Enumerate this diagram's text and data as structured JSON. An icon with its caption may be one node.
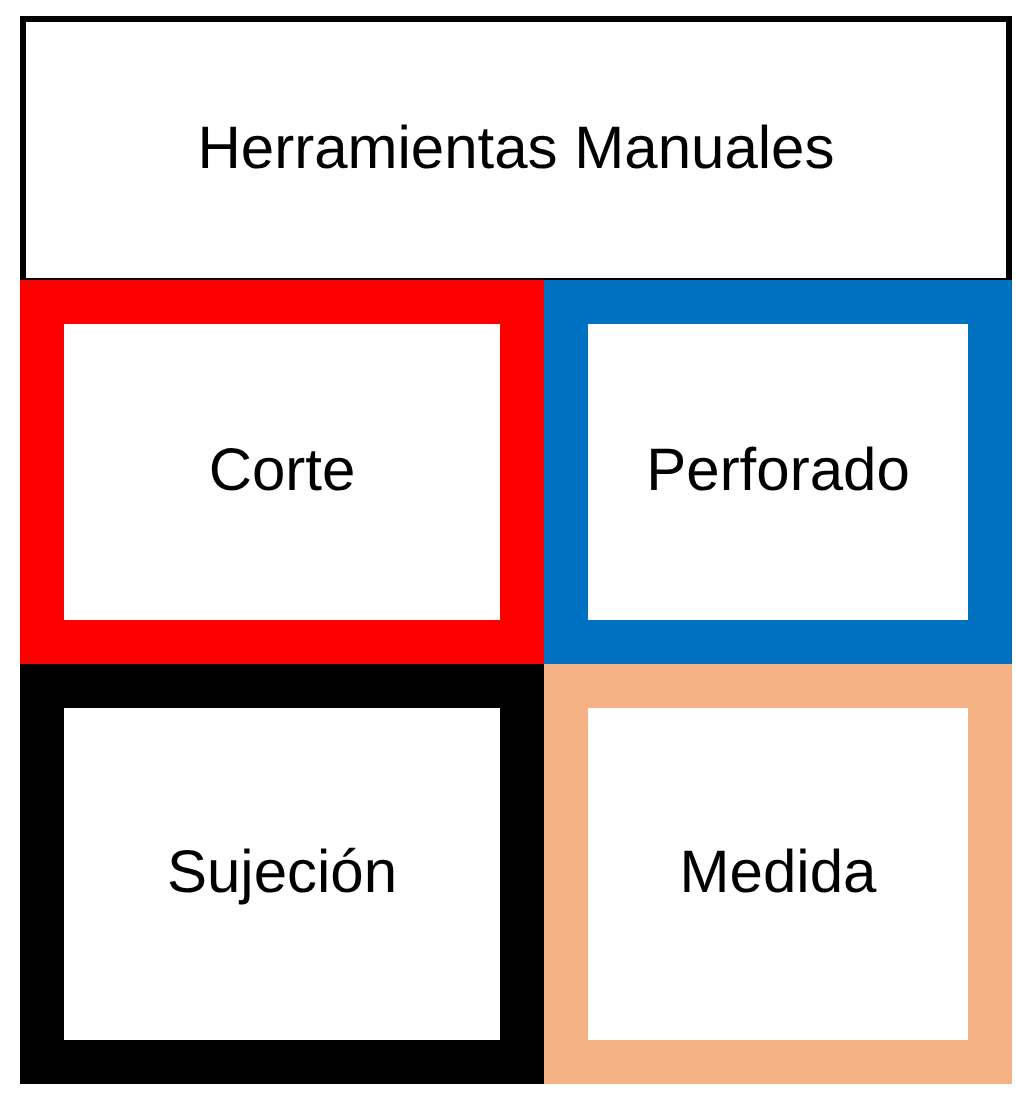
{
  "diagram": {
    "nodes": [
      {
        "text": [
          "Herramientas Manuales"
        ]
      },
      {
        "text": [
          "Corte"
        ]
      },
      {
        "text": [
          "Perforado"
        ]
      },
      {
        "text": [
          "Sujeción"
        ]
      },
      {
        "text": [
          "Medida"
        ]
      }
    ]
  }
}
